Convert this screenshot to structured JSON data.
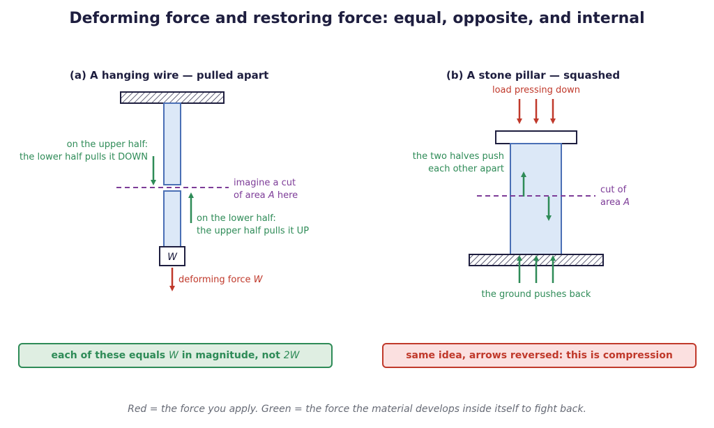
{
  "title": "Deforming force and restoring force: equal, opposite, and internal",
  "panel_a": {
    "title": "(a) A hanging wire  —  pulled apart",
    "upper_note_line1": "on the upper half:",
    "upper_note_line2": "the lower half pulls it DOWN",
    "cut_note_line1": "imagine a cut",
    "cut_note_line2_prefix": "of area ",
    "cut_note_area": "A",
    "cut_note_line2_suffix": " here",
    "lower_note_line1": "on the lower half:",
    "lower_note_line2": "the upper half pulls it UP",
    "weight_label": "W",
    "force_label_prefix": "deforming force ",
    "force_label_var": "W",
    "summary_prefix": "each of these equals ",
    "summary_var1": "W",
    "summary_middle": " in magnitude, not ",
    "summary_var2": "2W"
  },
  "panel_b": {
    "title": "(b) A stone pillar  —  squashed",
    "load_label": "load pressing down",
    "push_note_line1": "the two halves push",
    "push_note_line2": "each other apart",
    "cut_note_line1": "cut of",
    "cut_note_line2_prefix": "area ",
    "cut_note_area": "A",
    "ground_label": "the ground pushes back",
    "summary": "same idea, arrows reversed: this is compression"
  },
  "footer": "Red = the force you apply.  Green = the force the material develops inside itself to fight back.",
  "colors": {
    "applied_force": "#c0392b",
    "restoring_force": "#2e8b57",
    "cut_line": "#7d3c98",
    "material_fill": "#dce8f7",
    "material_stroke": "#4a6fb5",
    "ink": "#1e1e3f"
  }
}
